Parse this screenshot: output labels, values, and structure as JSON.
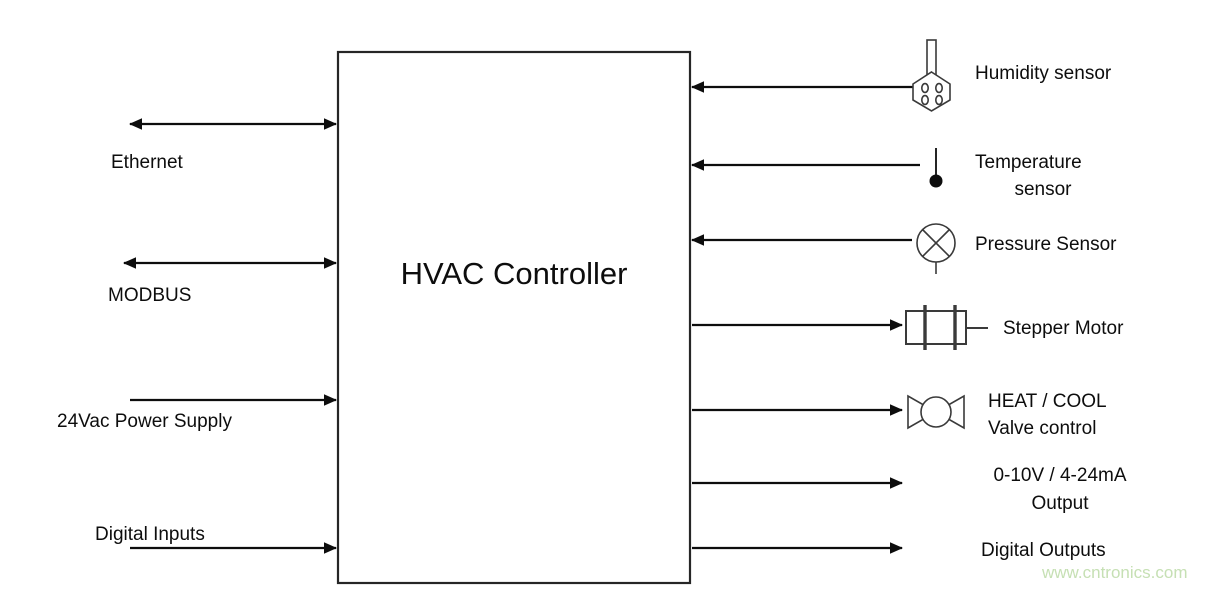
{
  "diagram": {
    "title": "HVAC Controller",
    "block": {
      "label": "HVAC Controller"
    },
    "left_ports": [
      {
        "label": "Ethernet",
        "direction": "bidirectional"
      },
      {
        "label": "MODBUS",
        "direction": "bidirectional"
      },
      {
        "label": "24Vac Power Supply",
        "direction": "input"
      },
      {
        "label": "Digital Inputs",
        "direction": "input"
      }
    ],
    "right_ports": [
      {
        "label": "Humidity sensor",
        "direction": "input",
        "icon": "humidity-sensor-icon"
      },
      {
        "label_line1": "Temperature",
        "label_line2": "sensor",
        "direction": "input",
        "icon": "temperature-sensor-icon"
      },
      {
        "label": "Pressure Sensor",
        "direction": "input",
        "icon": "pressure-sensor-icon"
      },
      {
        "label": "Stepper Motor",
        "direction": "output",
        "icon": "stepper-motor-icon"
      },
      {
        "label_line1": "HEAT / COOL",
        "label_line2": "Valve control",
        "direction": "output",
        "icon": "valve-icon"
      },
      {
        "label_line1": "0-10V / 4-24mA",
        "label_line2": "Output",
        "direction": "output",
        "icon": "none"
      },
      {
        "label": "Digital Outputs",
        "direction": "output",
        "icon": "none"
      }
    ],
    "watermark": "www.cntronics.com",
    "colors": {
      "background": "#ffffff",
      "line": "#0d0d0d",
      "block_border": "#262626",
      "icon": "#3a3a3a",
      "watermark": "#c6e0b4"
    }
  }
}
